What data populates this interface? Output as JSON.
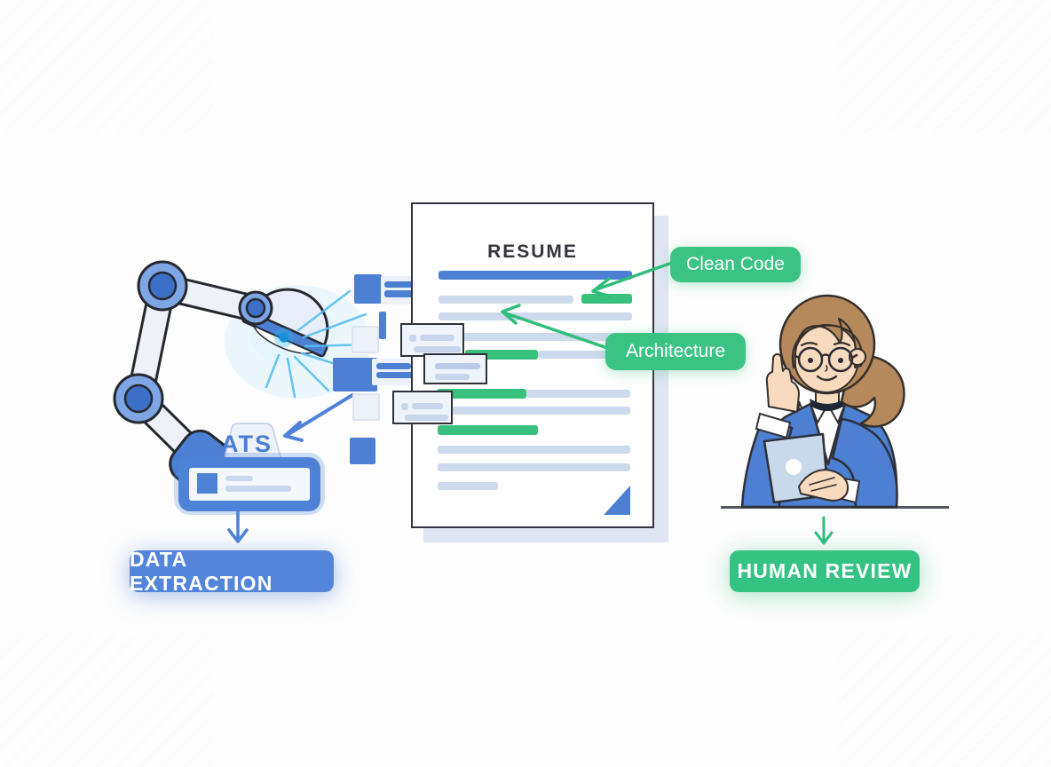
{
  "scene": {
    "background": "#fdfdfd",
    "colors": {
      "primary_blue": "#4d7fd2",
      "accent_green": "#34c382",
      "light_line_blue": "#cdd9ec",
      "outline_dark": "#2f3138",
      "scan_ray_cyan": "#55bfee"
    }
  },
  "ats_machine": {
    "label": "ATS"
  },
  "resume_document": {
    "title": "RESUME"
  },
  "callouts": {
    "clean_code": "Clean Code",
    "architecture": "Architecture"
  },
  "flow": {
    "data_extraction": "DATA EXTRACTION",
    "human_review": "HUMAN REVIEW"
  }
}
